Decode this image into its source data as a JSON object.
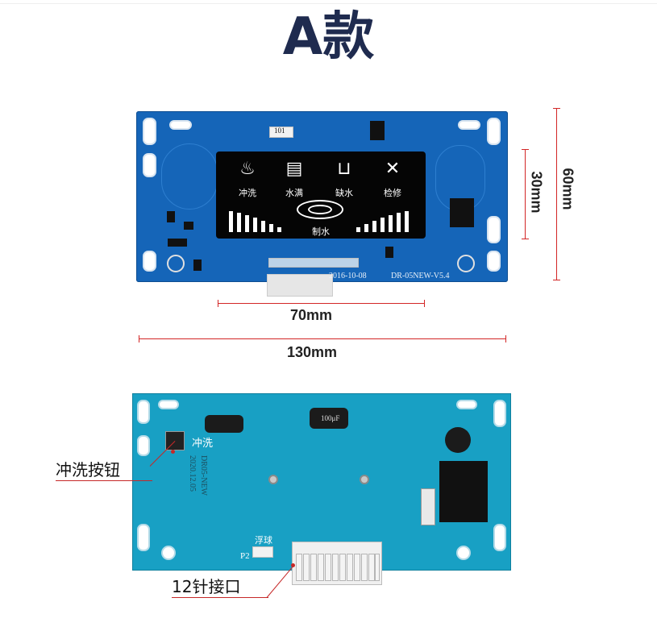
{
  "title": "A款",
  "display": {
    "labels": [
      "冲洗",
      "水满",
      "缺水",
      "检修"
    ],
    "center_label": "制水"
  },
  "pcb_front": {
    "date": "2016-10-08",
    "model": "DR-05NEW-V5.4",
    "resistor": "101"
  },
  "pcb_back": {
    "flush_label": "冲洗",
    "float_label": "浮球",
    "p2_label": "P2",
    "cap_label": "100μF",
    "board_code": "DR05-NEW",
    "board_date": "2020.12.05"
  },
  "dimensions": {
    "height_outer": "60mm",
    "height_display": "30mm",
    "width_display": "70mm",
    "width_board": "130mm"
  },
  "callouts": {
    "flush_button": "冲洗按钮",
    "connector": "12针接口"
  },
  "colors": {
    "front_board": "#1565b8",
    "back_board": "#18a0c4",
    "dimension_line": "#d32626",
    "title": "#1f2b4f"
  }
}
